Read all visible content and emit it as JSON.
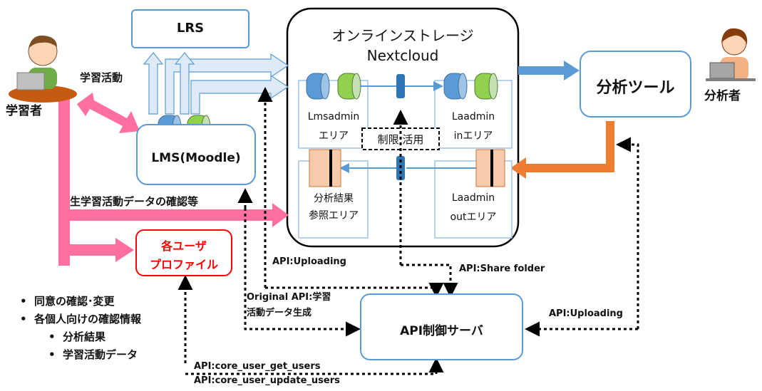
{
  "nodes": {
    "lrs": "LRS",
    "lms": "LMS(Moodle)",
    "storage_title": "オンラインストレージ",
    "storage_sub": "Nextcloud",
    "analysis_tool": "分析ツール",
    "profile_line1": "各ユーザ",
    "profile_line2": "プロファイル",
    "api_server": "API制御サーバ"
  },
  "actors": {
    "learner": "学習者",
    "analyst": "分析者"
  },
  "areas": {
    "lmsadmin_line1": "Lmsadmin",
    "lmsadmin_line2": "エリア",
    "laadmin_in_line1": "Laadmin",
    "laadmin_in_line2": "inエリア",
    "result_line1": "分析結果",
    "result_line2": "参照エリア",
    "laadmin_out_line1": "Laadmin",
    "laadmin_out_line2": "outエリア",
    "limited_use": "制限 活用"
  },
  "edges": {
    "learning_activity": "学習活動",
    "raw_data_check": "生学習活動データの確認等",
    "api_uploading_left": "API:Uploading",
    "api_share_folder": "API:Share folder",
    "original_api_line1": "Original API:学習",
    "original_api_line2": "活動データ生成",
    "api_uploading_right": "API:Uploading",
    "api_get_users": "API:core_user_get_users",
    "api_update_users": "API:core_user_update_users"
  },
  "bullets": {
    "items": [
      "同意の確認･変更",
      "各個人向けの確認情報"
    ],
    "sub_items": [
      "分析結果",
      "学習活動データ"
    ]
  },
  "colors": {
    "box_border": "#5b9bd5",
    "pink_arrow": "#ff6fa0",
    "orange_arrow": "#ed7d31",
    "cyl_blue": "#5b9bd5",
    "cyl_green": "#92d050",
    "peach": "#f8cbad",
    "profile_red": "#ff0000"
  }
}
